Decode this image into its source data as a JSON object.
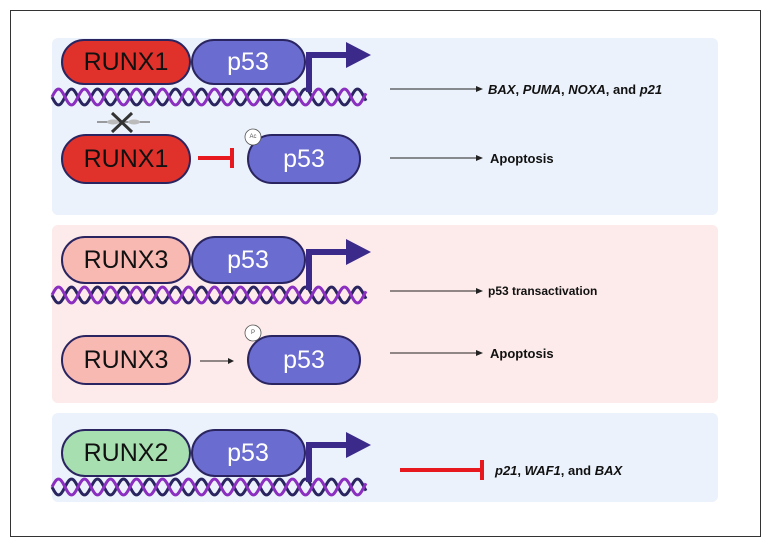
{
  "colors": {
    "panel_blue": "#ebf2fb",
    "panel_pink": "#fdeaea",
    "runx1": "#e0312b",
    "runx3": "#f8b9b3",
    "runx2": "#a8dfb0",
    "p53": "#6a6cd0",
    "outline": "#2a2560",
    "promoter": "#3b2a8a",
    "inhibit": "#e8191e"
  },
  "panels": [
    {
      "rows": [
        {
          "factor": "RUNX1",
          "partner": "p53",
          "bound_to_dna": true,
          "outcome": [
            {
              "text": "BAX",
              "italic": true
            },
            {
              "text": ", ",
              "italic": false
            },
            {
              "text": "PUMA",
              "italic": true
            },
            {
              "text": ", ",
              "italic": false
            },
            {
              "text": "NOXA",
              "italic": true
            },
            {
              "text": ", and ",
              "italic": false
            },
            {
              "text": "p21",
              "italic": true
            }
          ],
          "outcome_arrow": "activation"
        },
        {
          "factor": "RUNX1",
          "partner": "p53",
          "modification": "Ac",
          "interaction": "inhibition",
          "factor_blocked": true,
          "outcome": [
            {
              "text": "Apoptosis",
              "italic": false
            }
          ],
          "outcome_arrow": "activation"
        }
      ]
    },
    {
      "rows": [
        {
          "factor": "RUNX3",
          "partner": "p53",
          "bound_to_dna": true,
          "outcome": [
            {
              "text": "p53 transactivation",
              "italic": false
            }
          ],
          "outcome_arrow": "activation"
        },
        {
          "factor": "RUNX3",
          "partner": "p53",
          "modification": "P",
          "interaction": "activation",
          "outcome": [
            {
              "text": "Apoptosis",
              "italic": false
            }
          ],
          "outcome_arrow": "activation"
        }
      ]
    },
    {
      "rows": [
        {
          "factor": "RUNX2",
          "partner": "p53",
          "bound_to_dna": true,
          "outcome": [
            {
              "text": "p21",
              "italic": true
            },
            {
              "text": ", ",
              "italic": false
            },
            {
              "text": "WAF1",
              "italic": true
            },
            {
              "text": ", and ",
              "italic": false
            },
            {
              "text": "BAX",
              "italic": true
            }
          ],
          "outcome_arrow": "inhibition"
        }
      ]
    }
  ]
}
